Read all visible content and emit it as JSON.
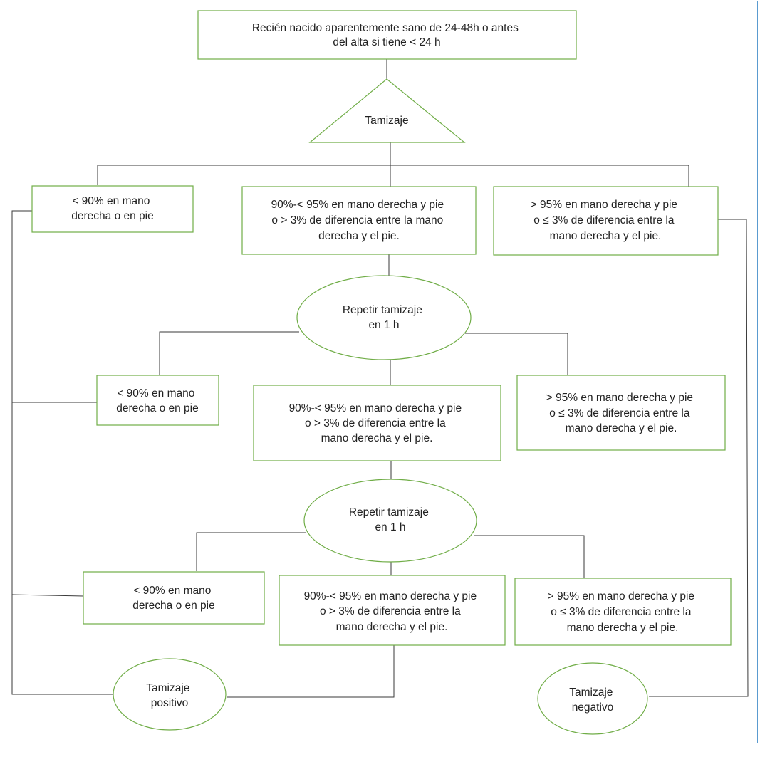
{
  "diagram": {
    "start": {
      "line1": "Recién nacido aparentemente sano de 24-48h o antes",
      "line2": "del alta si tiene < 24 h"
    },
    "screening": "Tamizaje",
    "results": {
      "low": [
        "< 90% en mano",
        "derecha o en pie"
      ],
      "mid": [
        "90%-< 95% en mano derecha y pie",
        "o > 3% de diferencia entre la mano",
        "derecha y el pie."
      ],
      "high": [
        "> 95% en mano derecha y pie",
        "o ≤ 3% de diferencia entre la",
        "mano derecha y el pie."
      ]
    },
    "repeat1": [
      "Repetir tamizaje",
      "en 1 h"
    ],
    "results2": {
      "low": [
        "< 90% en mano",
        "derecha o en pie"
      ],
      "mid": [
        "90%-< 95% en mano derecha y pie",
        "o > 3% de diferencia entre la",
        "mano derecha y el pie."
      ],
      "high": [
        "> 95% en mano derecha y pie",
        "o ≤ 3% de diferencia entre la",
        "mano derecha y el pie."
      ]
    },
    "repeat2": [
      "Repetir tamizaje",
      "en 1 h"
    ],
    "results3": {
      "low": [
        "< 90% en mano",
        "derecha o en pie"
      ],
      "mid": [
        "90%-< 95% en mano derecha y pie",
        "o > 3% de diferencia entre la",
        "mano derecha y el pie."
      ],
      "high": [
        "> 95% en mano derecha y pie",
        "o ≤ 3% de diferencia entre la",
        "mano derecha y el pie."
      ]
    },
    "positive": [
      "Tamizaje",
      "positivo"
    ],
    "negative": [
      "Tamizaje",
      "negativo"
    ],
    "colors": {
      "node_stroke": "#70ad47",
      "connector": "#3a3a3a",
      "frame": "#5a9bd0",
      "text": "#222222"
    }
  }
}
